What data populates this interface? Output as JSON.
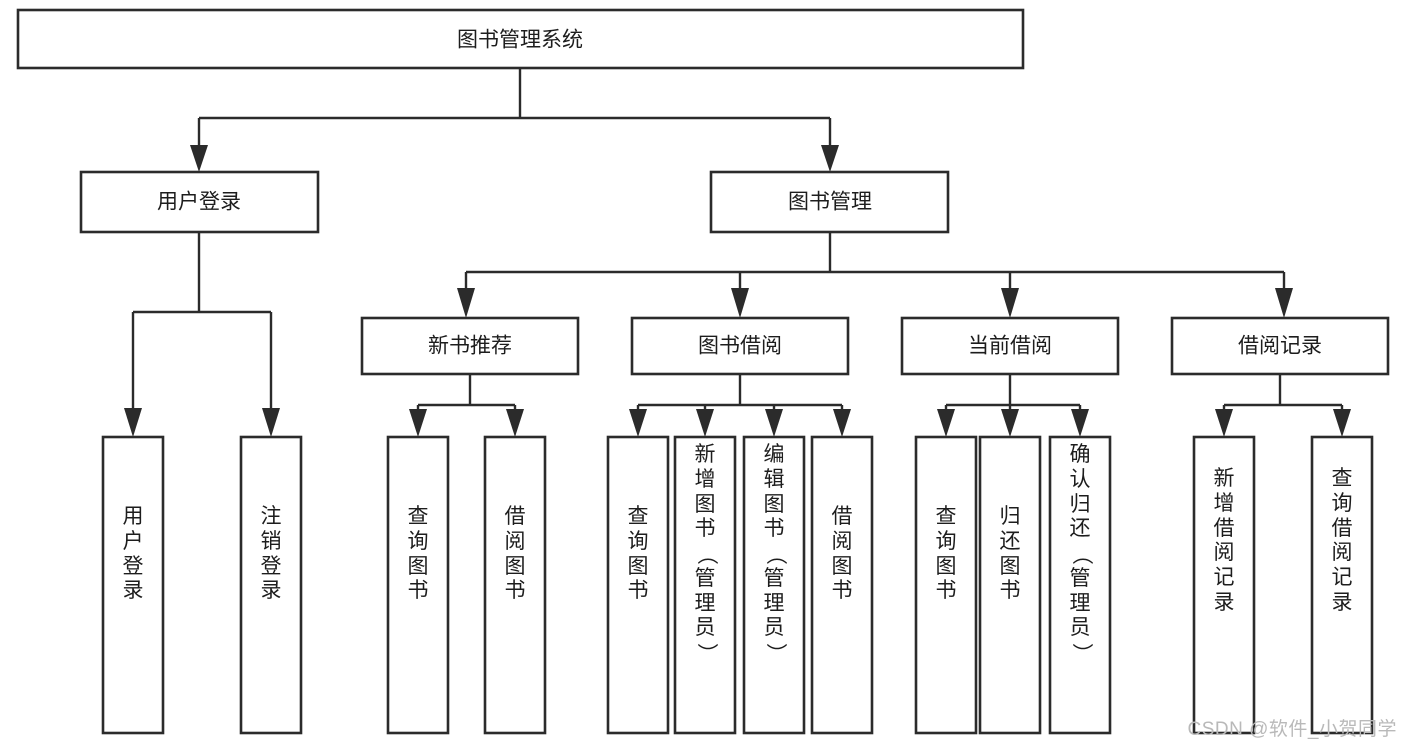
{
  "diagram": {
    "title": "图书管理系统",
    "type": "hierarchy-tree",
    "watermark": "CSDN @软件_小贺同学",
    "colors": {
      "stroke": "#2b2b2b",
      "fill": "#ffffff",
      "text": "#1d1d1d",
      "watermark": "#b9b9b9"
    },
    "levels": {
      "root": {
        "label": "图书管理系统"
      },
      "level2": [
        {
          "label": "用户登录"
        },
        {
          "label": "图书管理"
        }
      ],
      "level3": [
        {
          "label": "新书推荐"
        },
        {
          "label": "图书借阅"
        },
        {
          "label": "当前借阅"
        },
        {
          "label": "借阅记录"
        }
      ],
      "leaves": {
        "user_login": [
          {
            "label": "用户登录"
          },
          {
            "label": "注销登录"
          }
        ],
        "new_book_recommend": [
          {
            "label": "查询图书"
          },
          {
            "label": "借阅图书"
          }
        ],
        "book_borrow": [
          {
            "label": "查询图书"
          },
          {
            "label": "新增图书（管理员）"
          },
          {
            "label": "编辑图书（管理员）"
          },
          {
            "label": "借阅图书"
          }
        ],
        "current_borrow": [
          {
            "label": "查询图书"
          },
          {
            "label": "归还图书"
          },
          {
            "label": "确认归还（管理员）"
          }
        ],
        "borrow_record": [
          {
            "label": "新增借阅记录"
          },
          {
            "label": "查询借阅记录"
          }
        ]
      }
    }
  }
}
